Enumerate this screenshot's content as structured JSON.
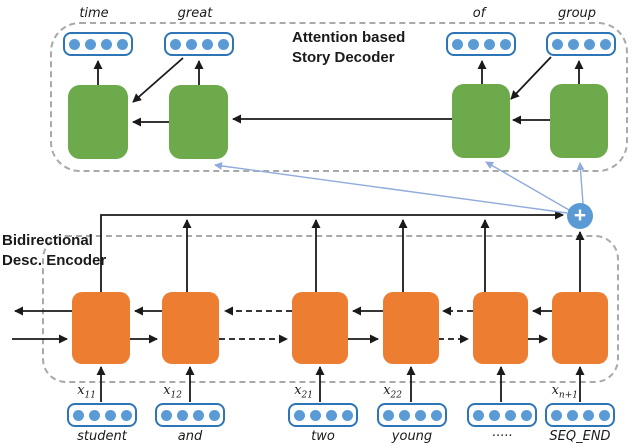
{
  "figure": {
    "decoder": {
      "title_line1": "Attention based",
      "title_line2": "Story Decoder",
      "outputs": [
        {
          "word": "time"
        },
        {
          "word": "great"
        },
        {
          "word": "of"
        },
        {
          "word": "group"
        }
      ]
    },
    "attention": {
      "plus": "+"
    },
    "encoder": {
      "title_line1": "Bidirectional",
      "title_line2": "Desc. Encoder",
      "inputs": [
        {
          "word": "student",
          "label_base": "x",
          "label_sub": "11"
        },
        {
          "word": "and",
          "label_base": "x",
          "label_sub": "12"
        },
        {
          "word": "two",
          "label_base": "x",
          "label_sub": "21"
        },
        {
          "word": "young",
          "label_base": "x",
          "label_sub": "22"
        },
        {
          "word": "·····",
          "label_base": "",
          "label_sub": ""
        },
        {
          "word": "SEQ_END",
          "label_base": "x",
          "label_sub": "n+1"
        }
      ]
    },
    "colors": {
      "decoder_cell": "#6caa4b",
      "encoder_cell": "#ed7d31",
      "embedding_dot": "#5b9bd5",
      "embedding_border": "#2e75b6",
      "attention_node": "#5b9bd5",
      "attention_arrow": "#8faadc",
      "dashed_border": "#a9a9a9"
    }
  }
}
